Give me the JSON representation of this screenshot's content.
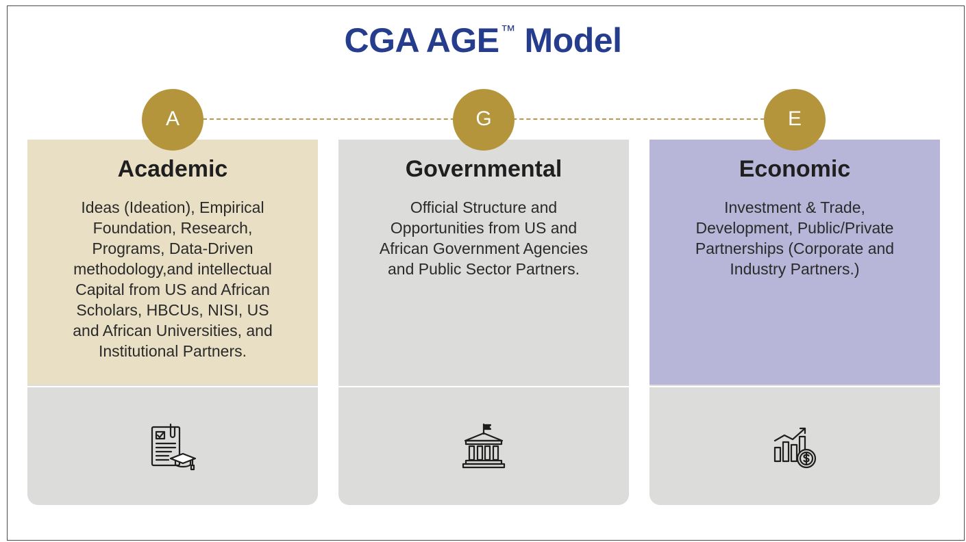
{
  "title": {
    "main": "CGA AGE",
    "mark": "™",
    "suffix": " Model"
  },
  "colors": {
    "title": "#263c8c",
    "badge": "#b5953c",
    "academic_bg": "#e8dfc4",
    "governmental_bg": "#dcdcda",
    "economic_bg": "#b8b6d8",
    "lower_bg": "#dcdcda"
  },
  "pillars": [
    {
      "letter": "A",
      "heading": "Academic",
      "lines": [
        "Ideas (Ideation), Empirical",
        "Foundation, Research,",
        "Programs, Data-Driven",
        "methodology,and intellectual",
        "Capital from US and African",
        "Scholars, HBCUs, NISI, US",
        "and African Universities, and",
        "Institutional Partners."
      ],
      "icon": "academic-document-icon"
    },
    {
      "letter": "G",
      "heading": "Governmental",
      "lines": [
        "Official Structure and",
        "Opportunities from US and",
        "African Government Agencies",
        "and Public Sector Partners."
      ],
      "icon": "government-building-icon"
    },
    {
      "letter": "E",
      "heading": "Economic",
      "lines": [
        "Investment & Trade,",
        "Development, Public/Private",
        "Partnerships (Corporate and",
        "Industry Partners.)"
      ],
      "icon": "economic-growth-icon"
    }
  ]
}
